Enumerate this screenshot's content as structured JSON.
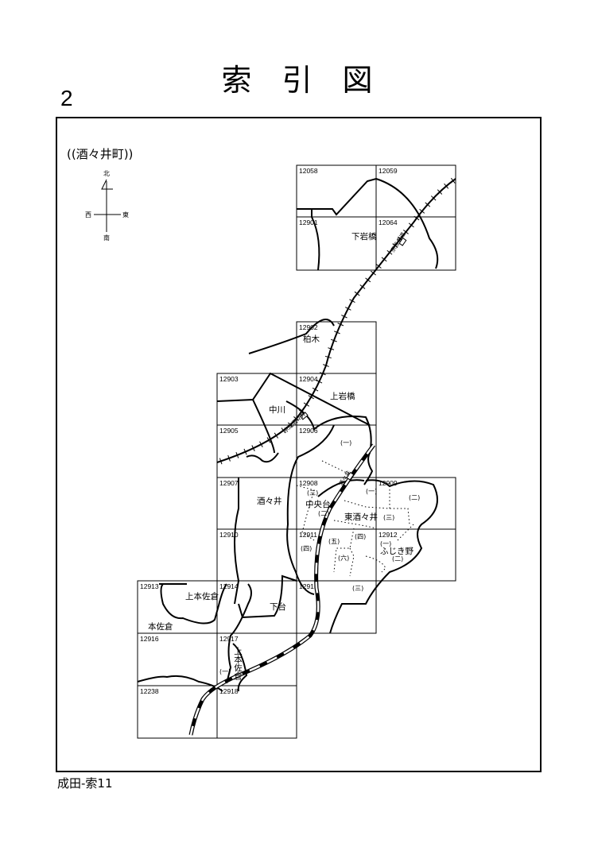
{
  "header": {
    "title": "索引図",
    "page_number": "2"
  },
  "footer": {
    "label": "成田-索11"
  },
  "map": {
    "area_name": "((酒々井町))",
    "compass": {
      "north": "北",
      "south": "南",
      "east": "東",
      "west": "西"
    },
    "sheets": [
      "12058",
      "12059",
      "12901",
      "12064",
      "12902",
      "12903",
      "12904",
      "12905",
      "12906",
      "12907",
      "12908",
      "12909",
      "12910",
      "12911",
      "12912",
      "12913",
      "12914",
      "12915",
      "12916",
      "12917",
      "12238",
      "12918"
    ],
    "places": [
      "下岩橋",
      "柏木",
      "上岩橋",
      "中川",
      "酒々井",
      "中央台",
      "東酒々井",
      "ふじき野",
      "上本佐倉",
      "本佐倉",
      "下台",
      "上本佐倉"
    ],
    "subdivisions": [
      "(一)",
      "(三)",
      "(二)",
      "(一)",
      "(二)",
      "(三)",
      "(四)",
      "(五)",
      "(六)",
      "(四)",
      "(一)",
      "(二)",
      "(三)",
      "(一)"
    ],
    "stations": [
      "宗吾参道",
      "京成酒々井",
      "酒々井"
    ]
  }
}
